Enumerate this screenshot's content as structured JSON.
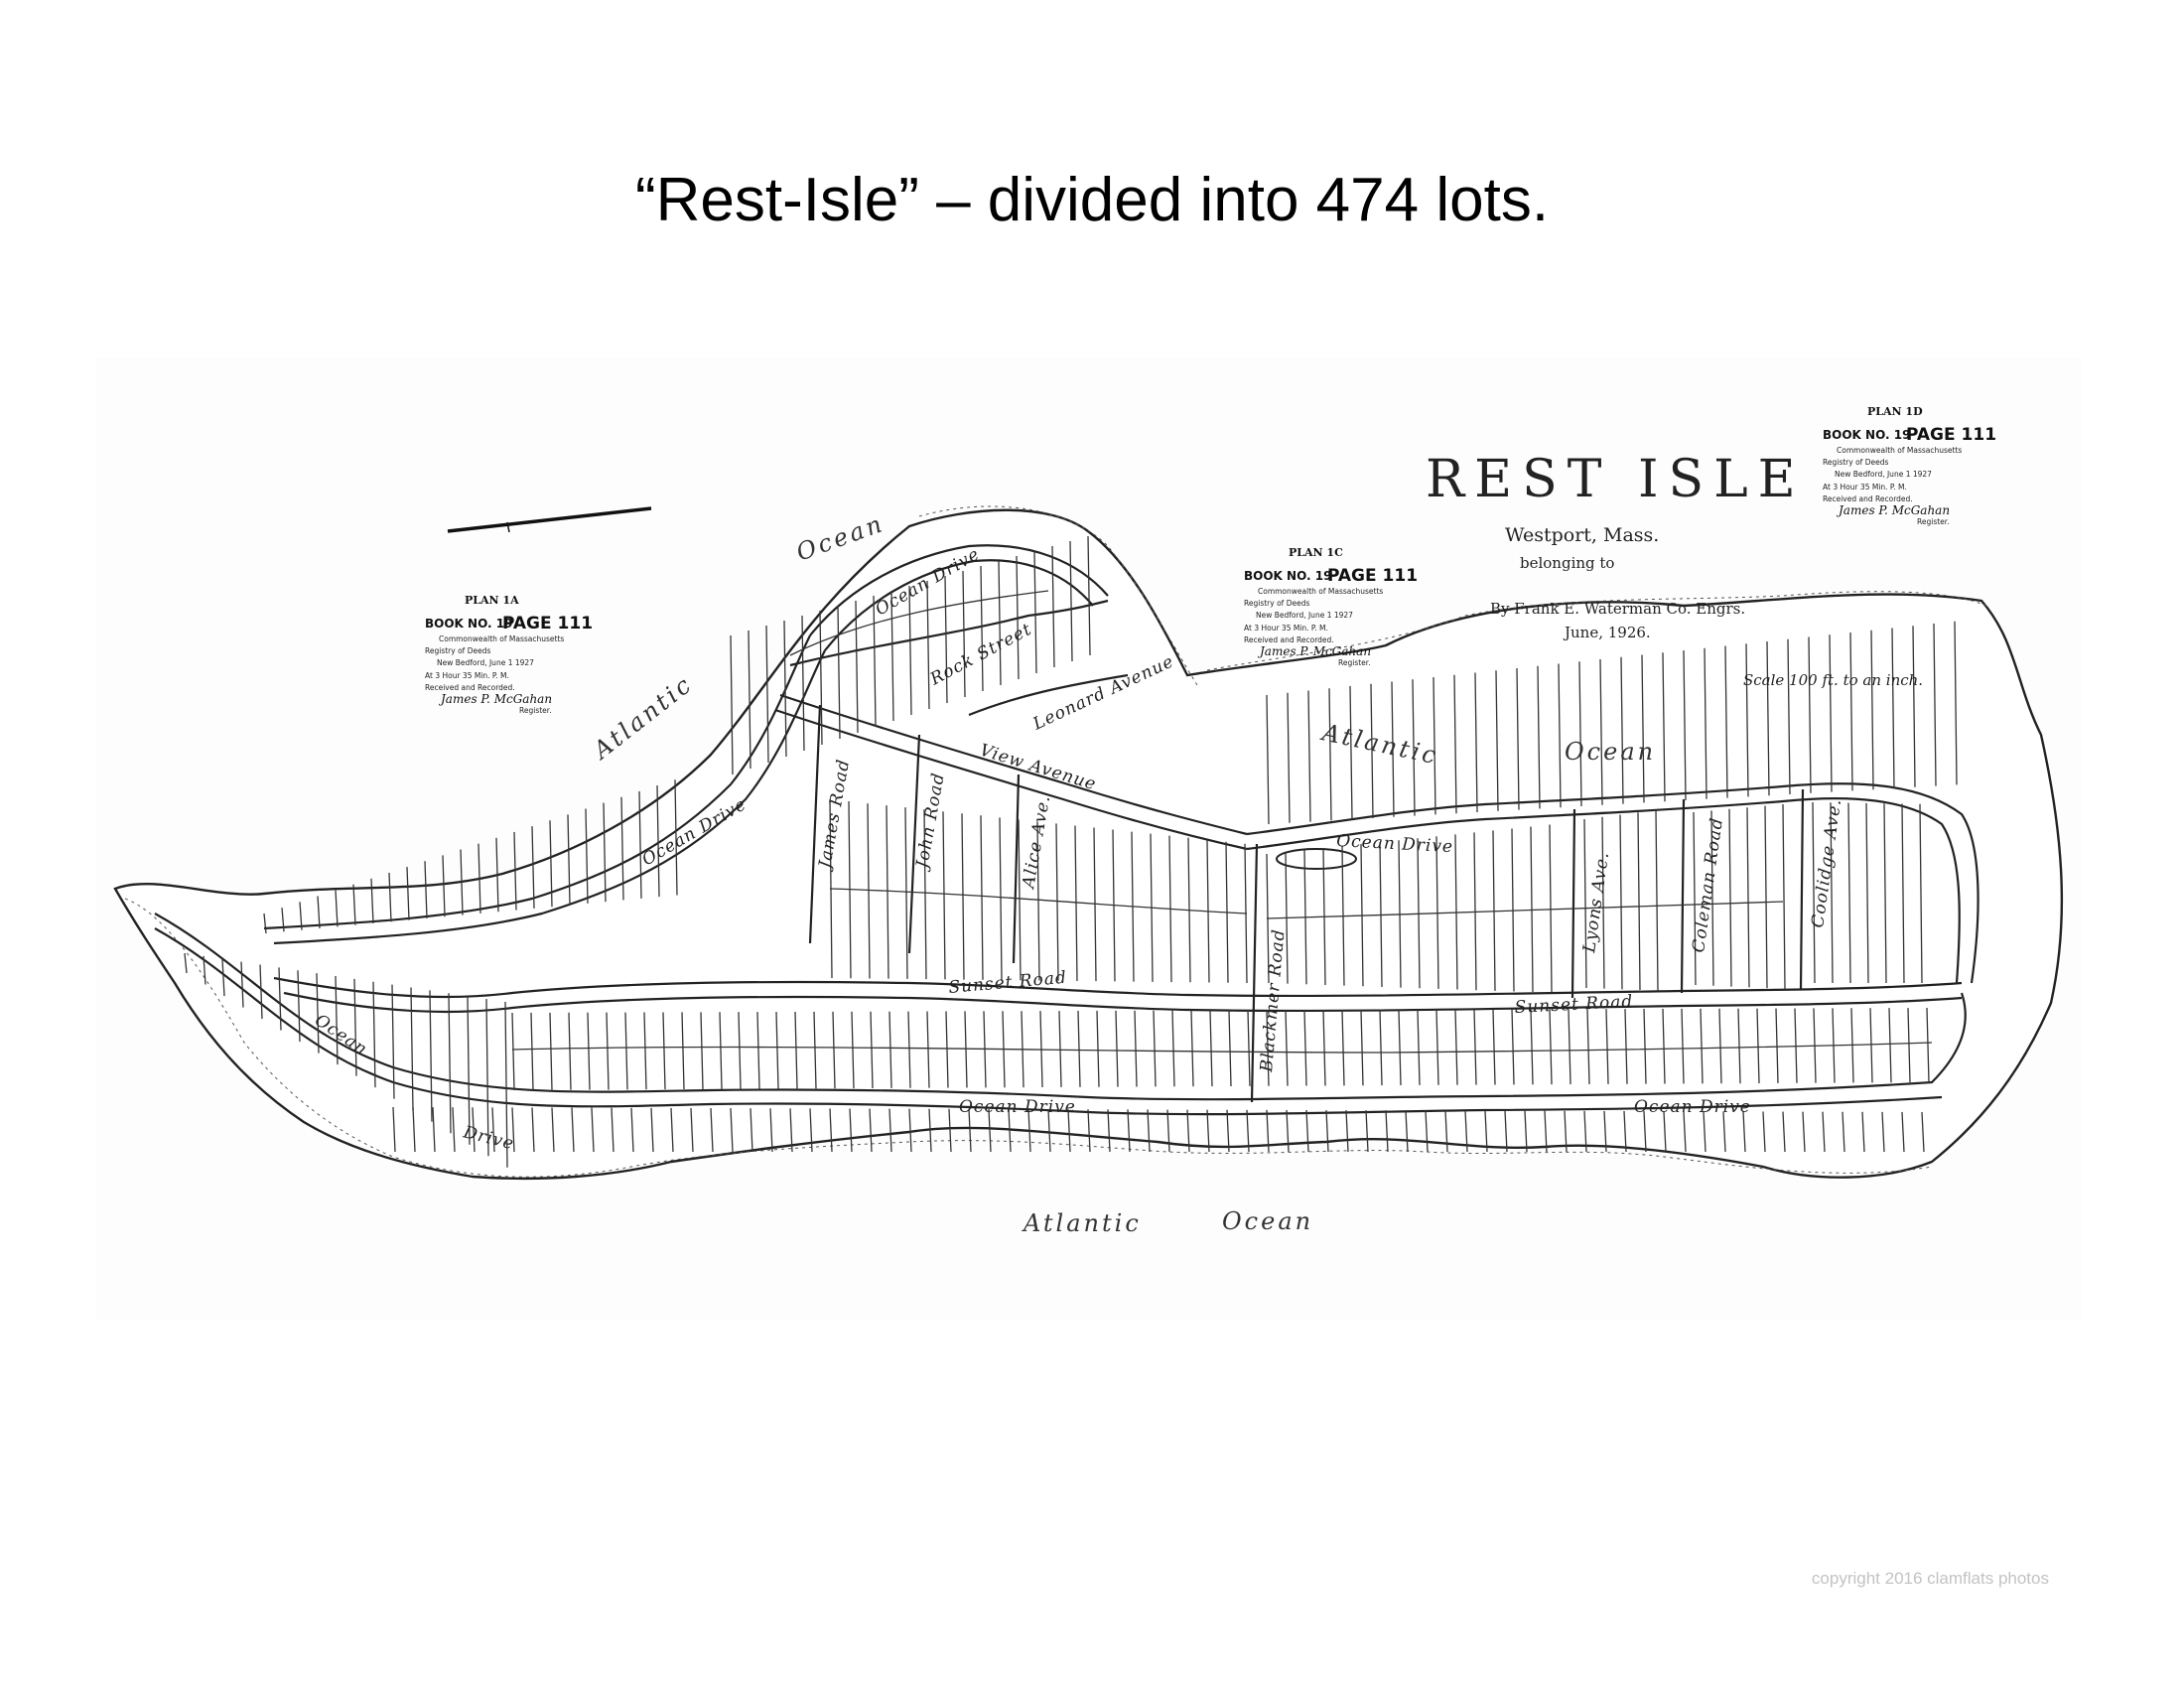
{
  "slide_title": "“Rest-Isle” – divided into 474 lots.",
  "copyright": "copyright 2016 clamflats photos",
  "map": {
    "title": "REST ISLE",
    "location": "Westport, Mass.",
    "belonging": "belonging to",
    "engineers": "By Frank E. Waterman Co. Engrs.",
    "date": "June, 1926.",
    "scale": "Scale 100 ft. to an inch.",
    "water_labels": {
      "ocean_top": "Ocean",
      "atlantic_left": "Atlantic",
      "atlantic_mid": "Atlantic",
      "ocean_mid": "Ocean",
      "atlantic_bottom": "Atlantic",
      "ocean_bottom": "Ocean"
    },
    "streets": {
      "ocean_drive_upper": "Ocean Drive",
      "rock_street": "Rock Street",
      "leonard_avenue": "Leonard Avenue",
      "view_avenue": "View Avenue",
      "ocean_drive_left": "Ocean Drive",
      "james_road": "James Road",
      "john_road": "John Road",
      "alice_ave": "Alice Ave.",
      "sunset_road_left": "Sunset Road",
      "blackmer_road": "Blackmer Road",
      "ocean_drive_right": "Ocean Drive",
      "lyons_ave": "Lyons Ave.",
      "coleman_road": "Coleman Road",
      "coolidge_ave": "Coolidge Ave.",
      "sunset_road_right": "Sunset Road",
      "ocean_drive_lower_left": "Ocean",
      "drive_lower_left": "Drive",
      "ocean_drive_bottom": "Ocean Drive",
      "ocean_drive_bottom_right": "Ocean Drive"
    },
    "stamps": [
      {
        "plan": "PLAN 1A",
        "book": "BOOK NO. 19",
        "page": "PAGE 111",
        "line1": "Commonwealth of Massachusetts",
        "line2": "Registry of Deeds",
        "line3": "New Bedford, June 1 1927",
        "line4": "At 3 Hour 35 Min. P. M.",
        "line5": "Received and Recorded.",
        "signature": "James P. McGahan",
        "register": "Register."
      },
      {
        "plan": "PLAN 1C",
        "book": "BOOK NO. 19",
        "page": "PAGE 111",
        "line1": "Commonwealth of Massachusetts",
        "line2": "Registry of Deeds",
        "line3": "New Bedford, June 1 1927",
        "line4": "At 3 Hour 35 Min. P. M.",
        "line5": "Received and Recorded.",
        "signature": "James P. McGahan",
        "register": "Register."
      },
      {
        "plan": "PLAN 1D",
        "book": "BOOK NO. 19",
        "page": "PAGE 111",
        "line1": "Commonwealth of Massachusetts",
        "line2": "Registry of Deeds",
        "line3": "New Bedford, June 1 1927",
        "line4": "At 3 Hour 35 Min. P. M.",
        "line5": "Received and Recorded.",
        "signature": "James P. McGahan",
        "register": "Register."
      }
    ]
  }
}
